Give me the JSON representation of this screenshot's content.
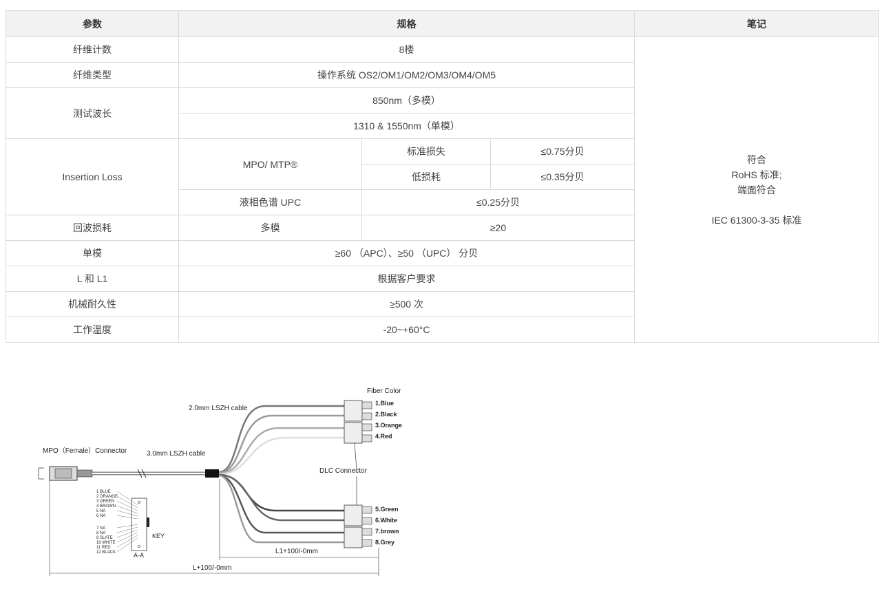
{
  "table": {
    "headers": {
      "param": "参数",
      "spec": "规格",
      "notes": "笔记"
    },
    "rows": {
      "fiber_count": {
        "label": "纤维计数",
        "value": "8楼"
      },
      "fiber_type": {
        "label": "纤维类型",
        "value": "操作系统 OS2/OM1/OM2/OM3/OM4/OM5"
      },
      "test_wavelength": {
        "label": "测试波长",
        "value1": "850nm（多模）",
        "value2": "1310 & 1550nm（单模）"
      },
      "insertion_loss": {
        "label": "Insertion Loss",
        "mpo": "MPO/ MTP®",
        "standard_label": "标准损失",
        "standard_value": "≤0.75分贝",
        "low_label": "低损耗",
        "low_value": "≤0.35分贝",
        "lc_label": "液相色谱 UPC",
        "lc_value": "≤0.25分贝"
      },
      "return_loss": {
        "label": "回波损耗",
        "sub": "多模",
        "value": "≥20"
      },
      "single_mode": {
        "label": "单模",
        "value": "≥60 （APC）、≥50 （UPC） 分贝"
      },
      "length": {
        "label": "L 和 L1",
        "value": "根据客户要求"
      },
      "durability": {
        "label": "机械耐久性",
        "value": "≥500 次"
      },
      "temperature": {
        "label": "工作温度",
        "value": "-20~+60°C"
      }
    },
    "notes": "符合\nRoHS 标准;\n端面符合\n\nIEC 61300-3-35 标准"
  },
  "diagram": {
    "fiber_color_title": "Fiber Color",
    "cable_2mm": "2.0mm LSZH cable",
    "cable_3mm": "3.0mm LSZH cable",
    "mpo_connector": "MPO（Female）Connector",
    "dlc_connector": "DLC Connector",
    "key": "KEY",
    "aa": "A-A",
    "l1": "L1+100/-0mm",
    "l": "L+100/-0mm",
    "fibers": [
      {
        "label": "1.Blue",
        "color": "#555555"
      },
      {
        "label": "2.Black",
        "color": "#777777"
      },
      {
        "label": "3.Orange",
        "color": "#999999"
      },
      {
        "label": "4.Red",
        "color": "#cccccc"
      },
      {
        "label": "5.Green",
        "color": "#444444"
      },
      {
        "label": "6.White",
        "color": "#666666"
      },
      {
        "label": "7.brown",
        "color": "#555555"
      },
      {
        "label": "8.Grey",
        "color": "#888888"
      }
    ],
    "pinout": [
      "1 BLUE",
      "2 ORANGE",
      "3 GREEN",
      "4 BROWN",
      "5 NA",
      "6 NA",
      "7 NA",
      "8 NA",
      "9 SLATE",
      "10 WHITE",
      "11 RED",
      "12 BLACK"
    ]
  }
}
